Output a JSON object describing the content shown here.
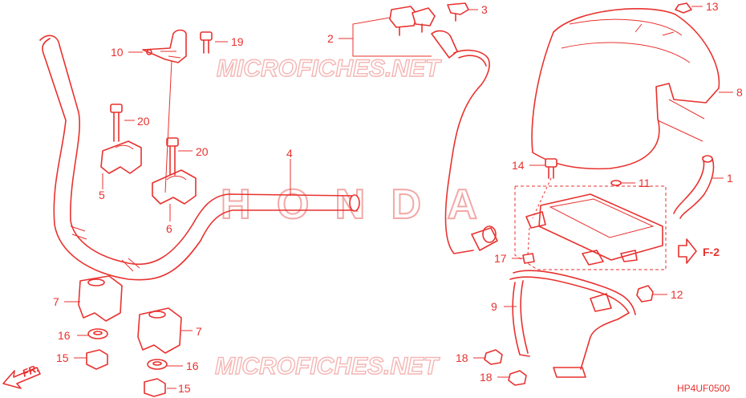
{
  "watermark": {
    "top": "MICROFICHES.NET",
    "bottom": "MICROFICHES.NET",
    "brand": "HONDA"
  },
  "callouts": {
    "c1": "1",
    "c2": "2",
    "c3": "3",
    "c4": "4",
    "c5": "5",
    "c6": "6",
    "c7a": "7",
    "c7b": "7",
    "c8": "8",
    "c9": "9",
    "c10": "10",
    "c11": "11",
    "c12": "12",
    "c13": "13",
    "c14": "14",
    "c15a": "15",
    "c15b": "15",
    "c16a": "16",
    "c16b": "16",
    "c17": "17",
    "c18a": "18",
    "c18b": "18",
    "c19": "19",
    "c20a": "20",
    "c20b": "20"
  },
  "direction_label": "FR.",
  "reference_label": "F-2",
  "diagram_code": "HP4UF0500",
  "colors": {
    "line": "#e8322f",
    "watermark": "#f4b6b4"
  }
}
